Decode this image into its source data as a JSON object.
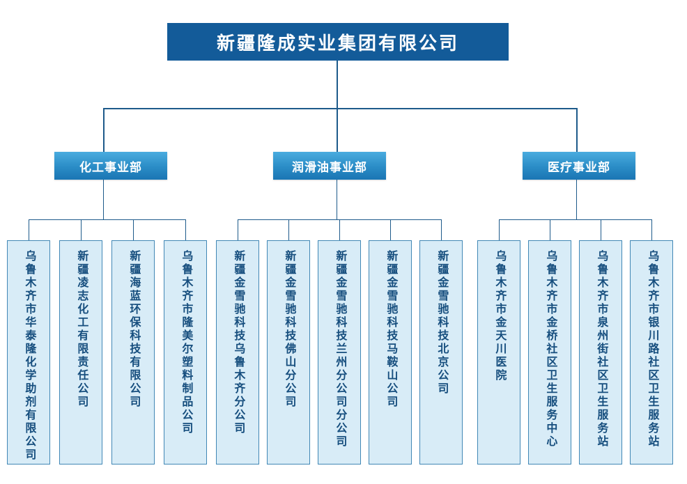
{
  "root": {
    "name": "新疆隆成实业集团有限公司"
  },
  "divisions": [
    {
      "name": "化工事业部",
      "children": [
        "乌鲁木齐市华泰隆化学助剂有限公司",
        "新疆凌志化工有限责任公司",
        "新疆海蓝环保科技有限公司",
        "乌鲁木齐市隆美尔塑料制品公司"
      ]
    },
    {
      "name": "润滑油事业部",
      "children": [
        "新疆金雪驰科技乌鲁木齐分公司",
        "新疆金雪驰科技佛山分公司",
        "新疆金雪驰科技兰州分公司分公司",
        "新疆金雪驰科技马鞍山公司",
        "新疆金雪驰科技北京公司"
      ]
    },
    {
      "name": "医疗事业部",
      "children": [
        "乌鲁木齐市金天川医院",
        "乌鲁木齐市金桥社区卫生服务中心",
        "乌鲁木齐市泉州街社区卫生服务站",
        "乌鲁木齐市银川路社区卫生服务站"
      ]
    }
  ],
  "colors": {
    "root_bg": "#135b99",
    "division_bg_top": "#4aacdf",
    "division_bg_bottom": "#1a75b4",
    "company_bg": "#d8ecf7",
    "company_border": "#4187b5",
    "company_text": "#164e7e",
    "line": "#1d5a8a",
    "node_text": "#ffffff",
    "background": "#ffffff"
  }
}
